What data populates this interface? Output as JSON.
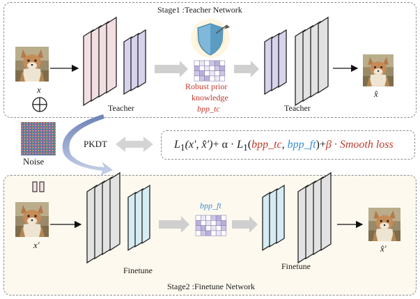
{
  "stage1": {
    "title": "Stage1 :Teacher Network",
    "input_label": "x",
    "output_label": "x̂",
    "encoder_label": "Teacher",
    "decoder_label": "Teacher",
    "prior_line1": "Robust prior",
    "prior_line2": "knowledge",
    "prior_var": "bpp_tc"
  },
  "middle": {
    "noise_label": "Noise",
    "pkdt_label": "PKDT",
    "plus_symbol": "⊕",
    "equal_symbol": "||"
  },
  "formula": {
    "part1": "L",
    "sub1": "1",
    "args1": "(x′, x̂′)",
    "plus1": "+ α · ",
    "part2": "L",
    "sub2": "1",
    "open": "(",
    "bpp_tc": "bpp_tc",
    "comma": ", ",
    "bpp_ft": "bpp_ft",
    "close": ")",
    "plus2": "+",
    "beta": "β",
    "smooth": " · Smooth loss"
  },
  "stage2": {
    "title": "Stage2 :Finetune Network",
    "input_label": "x′",
    "output_label": "x̂′",
    "encoder_label": "Finetune",
    "decoder_label": "Finetune",
    "bpp_label": "bpp_ft"
  },
  "colors": {
    "teacher_pink": "#f3dfe2",
    "teacher_purple": "#d7d3ec",
    "finetune_gray": "#e2e2e2",
    "finetune_blue": "#d6ecf3",
    "accent_red": "#c0392b",
    "accent_blue": "#3d8fd1",
    "arrow_gray": "#cfcfcf"
  },
  "icons": [
    "shield-icon",
    "fox-image",
    "noise-image",
    "plus-circle-icon"
  ]
}
